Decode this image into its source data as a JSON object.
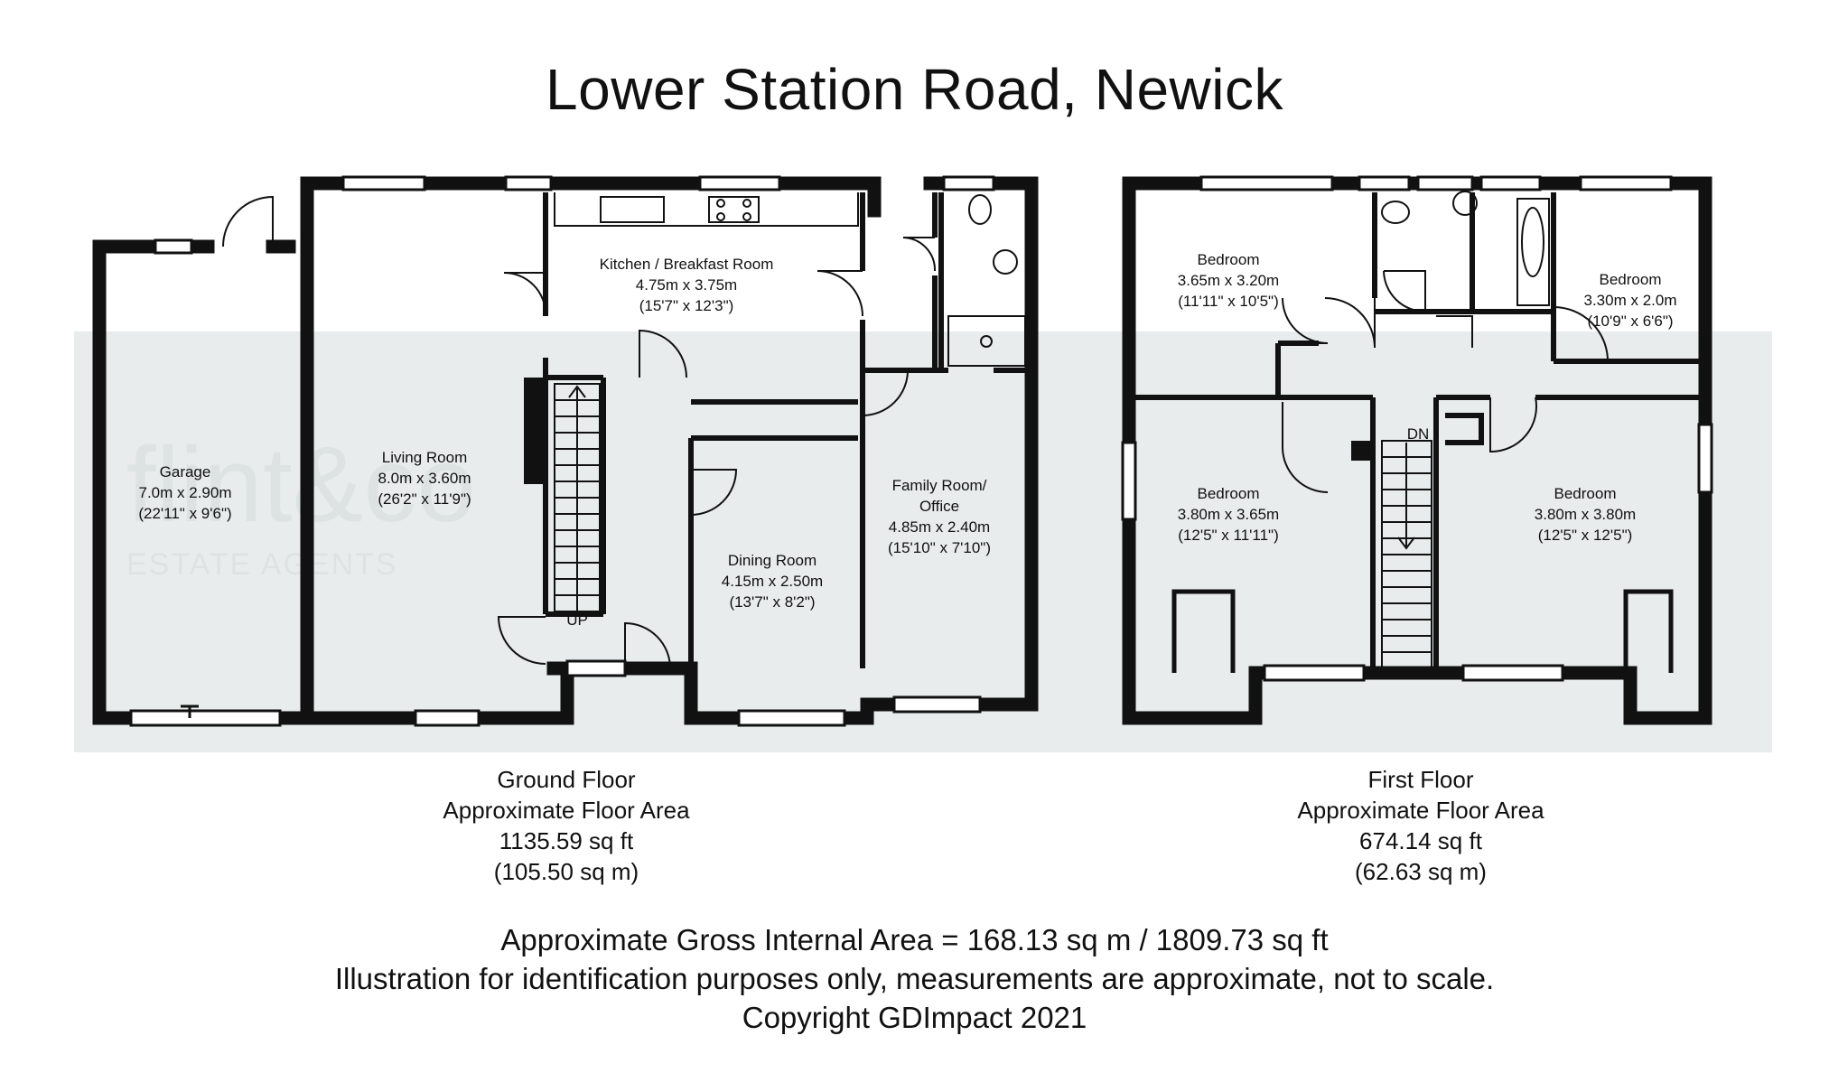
{
  "title": "Lower Station Road, Newick",
  "watermark": {
    "brand": "flint&co",
    "tagline": "ESTATE AGENTS"
  },
  "ground_floor": {
    "caption": {
      "name": "Ground Floor",
      "label": "Approximate Floor Area",
      "sqft": "1135.59 sq ft",
      "sqm": "(105.50 sq m)"
    },
    "rooms": [
      {
        "name": "Garage",
        "metric": "7.0m x 2.90m",
        "imperial": "(22'11\" x 9'6\")"
      },
      {
        "name": "Living Room",
        "metric": "8.0m x 3.60m",
        "imperial": "(26'2\" x 11'9\")"
      },
      {
        "name": "Kitchen / Breakfast Room",
        "metric": "4.75m x 3.75m",
        "imperial": "(15'7\" x 12'3\")"
      },
      {
        "name": "Dining Room",
        "metric": "4.15m x 2.50m",
        "imperial": "(13'7\" x 8'2\")"
      },
      {
        "name": "Family Room/",
        "name2": "Office",
        "metric": "4.85m x 2.40m",
        "imperial": "(15'10\" x 7'10\")"
      }
    ],
    "stair_label": "UP"
  },
  "first_floor": {
    "caption": {
      "name": "First Floor",
      "label": "Approximate Floor Area",
      "sqft": "674.14 sq ft",
      "sqm": "(62.63 sq m)"
    },
    "rooms": [
      {
        "name": "Bedroom",
        "metric": "3.65m x 3.20m",
        "imperial": "(11'11\" x 10'5\")"
      },
      {
        "name": "Bedroom",
        "metric": "3.30m x 2.0m",
        "imperial": "(10'9\" x 6'6\")"
      },
      {
        "name": "Bedroom",
        "metric": "3.80m x 3.65m",
        "imperial": "(12'5\" x 11'11\")"
      },
      {
        "name": "Bedroom",
        "metric": "3.80m x 3.80m",
        "imperial": "(12'5\" x 12'5\")"
      }
    ],
    "stair_label": "DN"
  },
  "footer": {
    "gross_area": "Approximate Gross Internal Area = 168.13 sq m / 1809.73 sq ft",
    "disclaimer": "Illustration for identification purposes only, measurements are approximate, not to scale.",
    "copyright": "Copyright GDImpact 2021"
  },
  "colors": {
    "wall": "#111111",
    "background": "#ffffff",
    "watermark": "#e8ecec"
  }
}
